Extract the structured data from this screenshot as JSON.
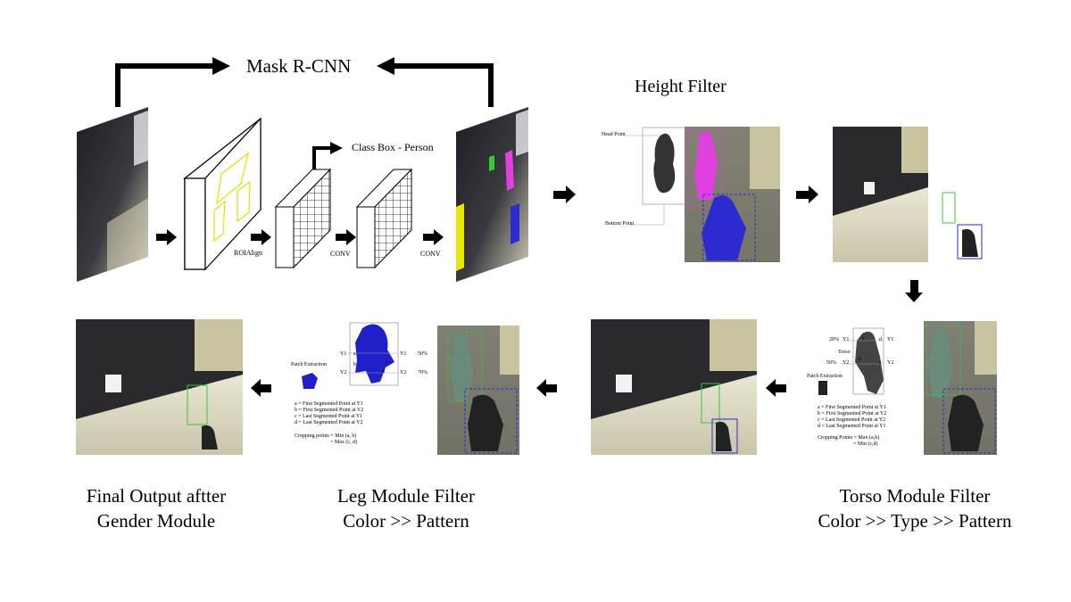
{
  "top": {
    "mask_rcnn": "Mask R-CNN",
    "class_box": "Class Box - Person",
    "roi_align": "ROIAlign",
    "conv_1": "CONV",
    "conv_2": "CONV",
    "height_filter": "Height Filter"
  },
  "height_panel": {
    "head_point": "Head Point",
    "bottom_point": "Bottom Point"
  },
  "torso_panel": {
    "pct_top": "20%",
    "pct_mid": "50%",
    "y1": "Y1",
    "y2": "Y2",
    "torso": "Torso",
    "patch": "Patch Extraction",
    "a": "a",
    "b": "b",
    "c": "c",
    "d": "d",
    "def_a": "a = First Segmented Point at Y1",
    "def_b": "b = First Segmented Point at Y2",
    "def_c": "c = Last Segmented Point at Y2",
    "def_d": "d = Last Segmented Point at Y1",
    "crop_1": "Cropping Points = Max (a,b)",
    "crop_2": "= Min (c,d)"
  },
  "leg_panel": {
    "y1": "Y1",
    "y2": "Y2",
    "pct_top": "50%",
    "pct_bot": "70%",
    "patch": "Patch Extraction",
    "a": "a",
    "b": "b",
    "c": "c",
    "d": "d",
    "def_a": "a = First Segmented Point at Y1",
    "def_b": "b = First Segmented Point at Y2",
    "def_c": "c = Last Segmented Point at Y1",
    "def_d": "d = Last Segmented Point at Y2",
    "crop_1": "Cropping points = Min (a, b)",
    "crop_2": "= Max (c, d)"
  },
  "captions": {
    "final_1": "Final Output aftter",
    "final_2": "Gender Module",
    "leg_1": "Leg Module Filter",
    "leg_2": "Color >> Pattern",
    "torso_1": "Torso Module Filter",
    "torso_2": "Color >> Type >> Pattern"
  },
  "colors": {
    "magenta": "#e040e0",
    "blue": "#2b2bd0",
    "green": "#33cc33",
    "yellow": "#e8e800",
    "scene_dark": "#2a2a2e",
    "floor": "#d8d4bc"
  }
}
